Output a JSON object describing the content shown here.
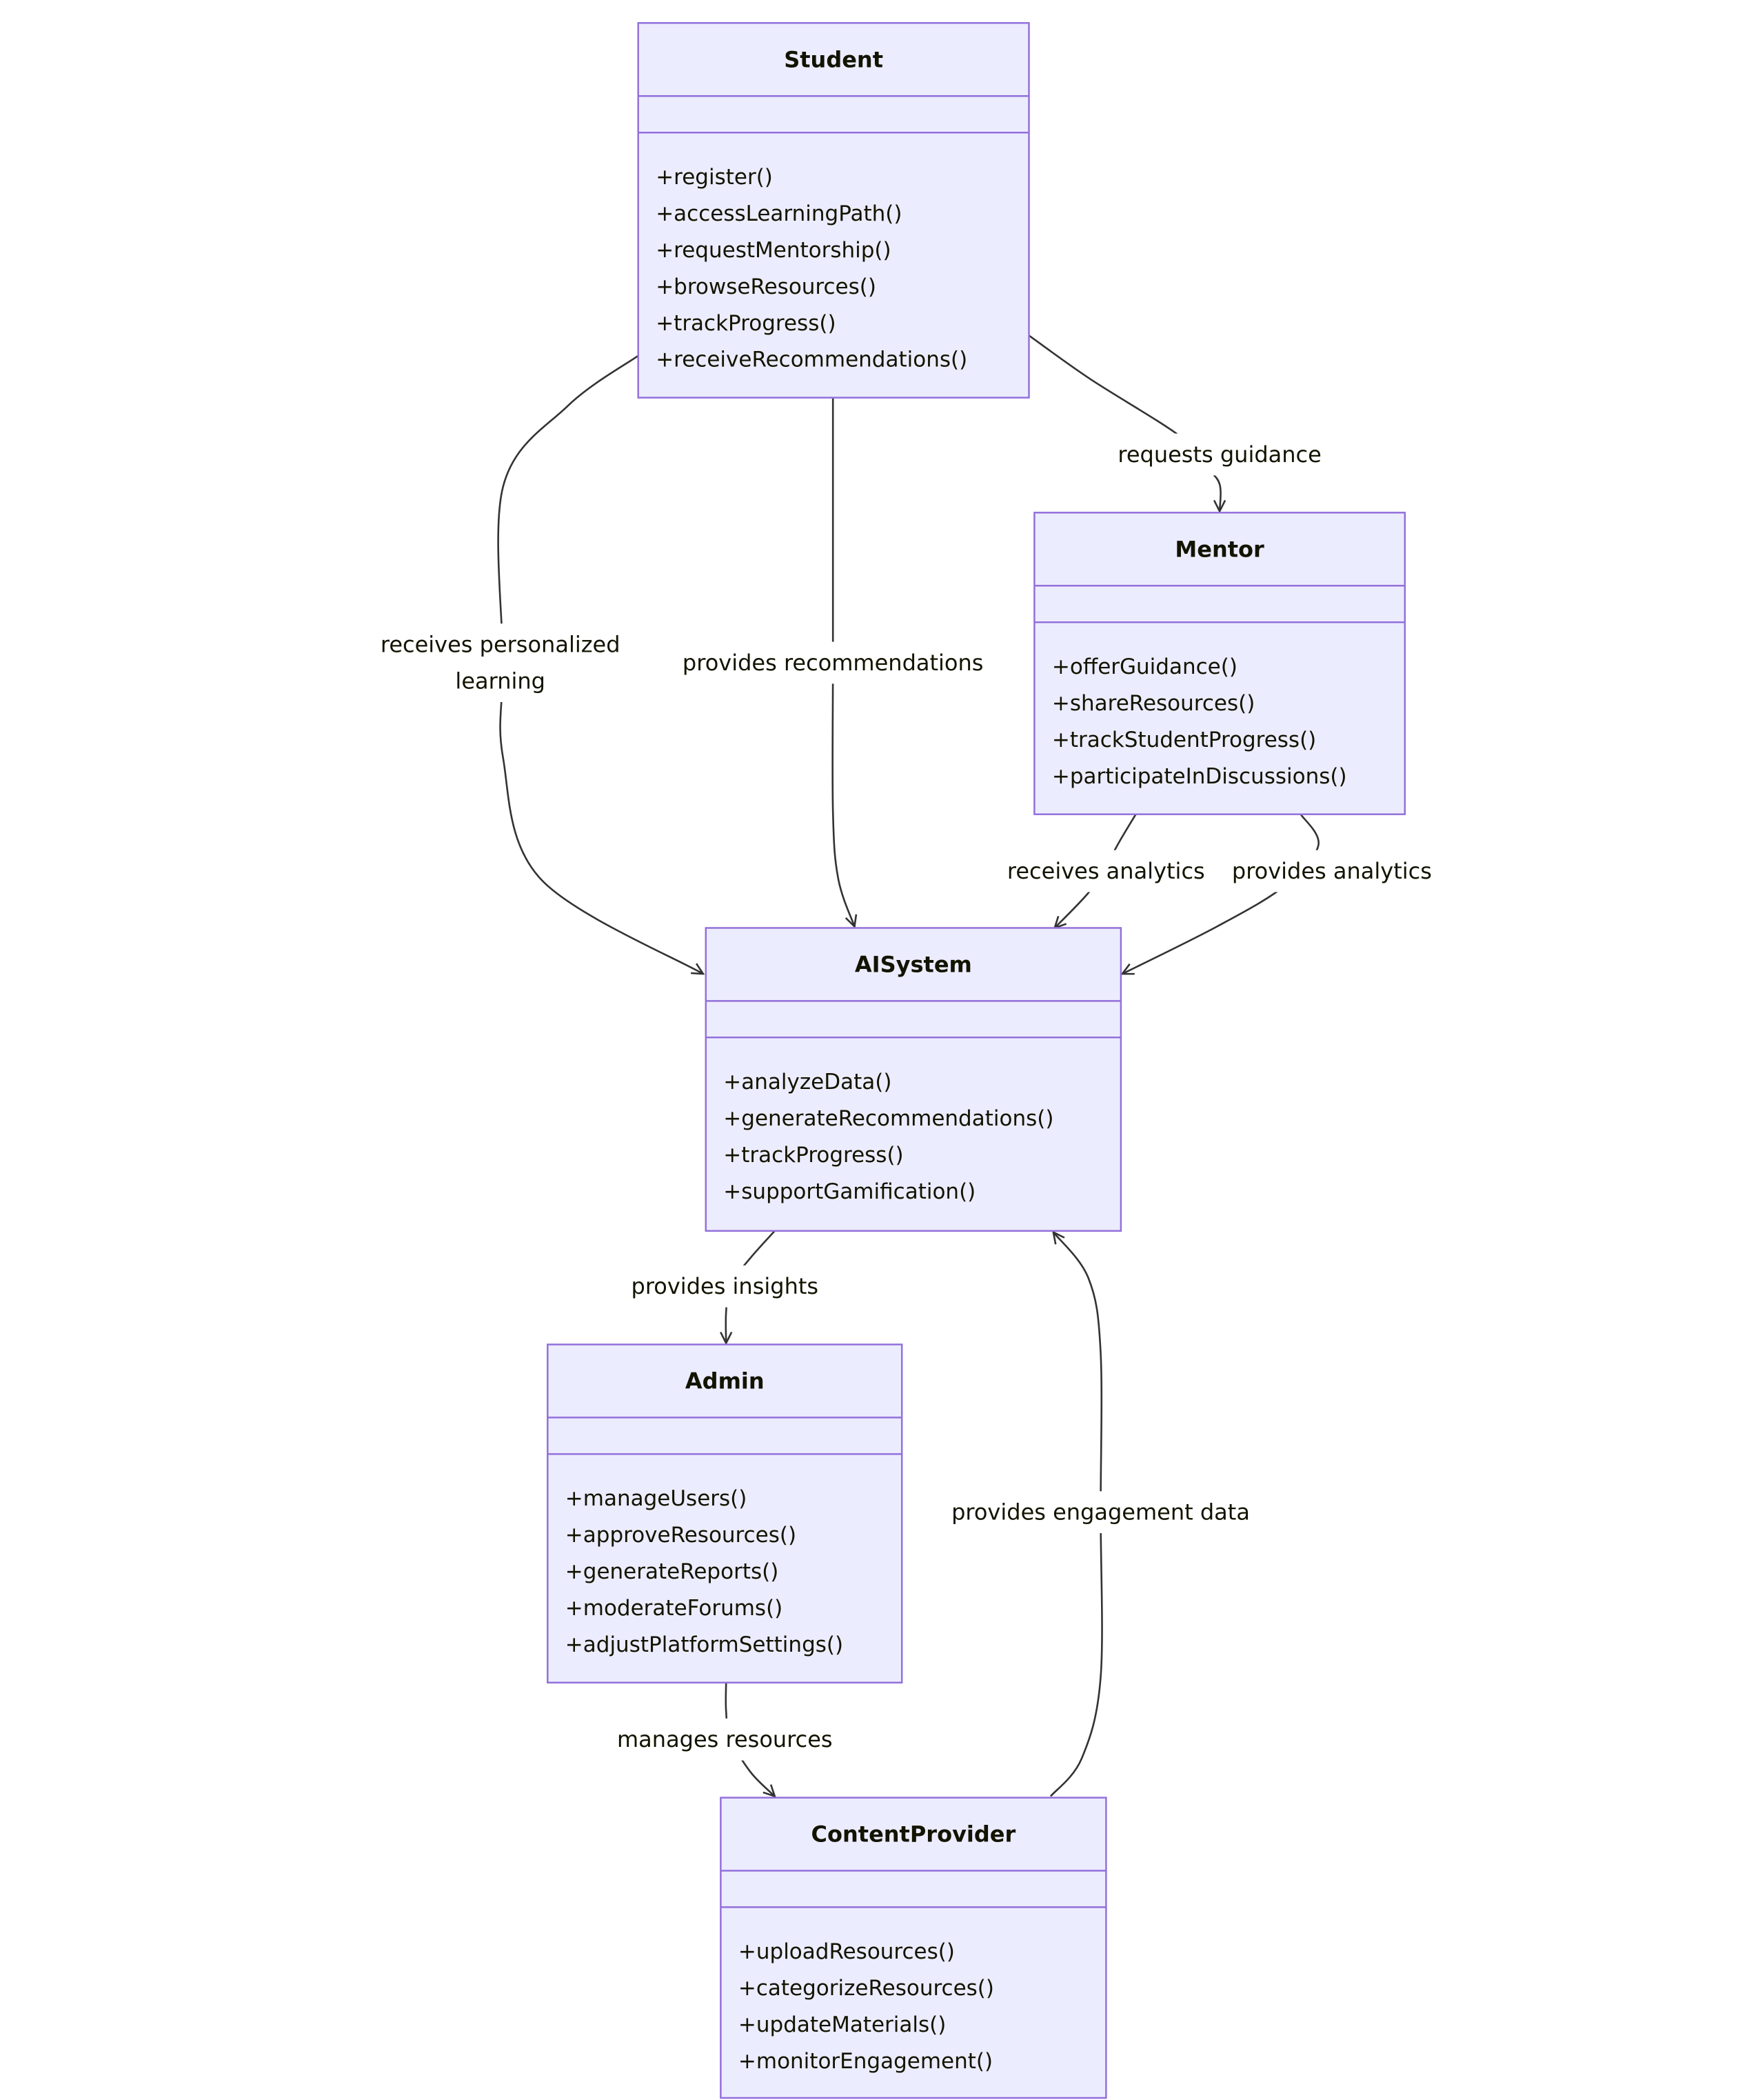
{
  "diagram": {
    "classes": [
      {
        "id": "student",
        "name": "Student",
        "attributes": [],
        "methods": [
          "+register()",
          "+accessLearningPath()",
          "+requestMentorship()",
          "+browseResources()",
          "+trackProgress()",
          "+receiveRecommendations()"
        ]
      },
      {
        "id": "mentor",
        "name": "Mentor",
        "attributes": [],
        "methods": [
          "+offerGuidance()",
          "+shareResources()",
          "+trackStudentProgress()",
          "+participateInDiscussions()"
        ]
      },
      {
        "id": "aisystem",
        "name": "AISystem",
        "attributes": [],
        "methods": [
          "+analyzeData()",
          "+generateRecommendations()",
          "+trackProgress()",
          "+supportGamification()"
        ]
      },
      {
        "id": "admin",
        "name": "Admin",
        "attributes": [],
        "methods": [
          "+manageUsers()",
          "+approveResources()",
          "+generateReports()",
          "+moderateForums()",
          "+adjustPlatformSettings()"
        ]
      },
      {
        "id": "contentprovider",
        "name": "ContentProvider",
        "attributes": [],
        "methods": [
          "+uploadResources()",
          "+categorizeResources()",
          "+updateMaterials()",
          "+monitorEngagement()"
        ]
      }
    ],
    "relations": [
      {
        "id": "student-mentor",
        "from": "Student",
        "to": "Mentor",
        "label_lines": [
          "requests guidance"
        ]
      },
      {
        "id": "student-aisystem-personalized",
        "from": "Student",
        "to": "AISystem",
        "label_lines": [
          "receives personalized",
          "learning"
        ]
      },
      {
        "id": "student-aisystem-recommendations",
        "from": "Student",
        "to": "AISystem",
        "label_lines": [
          "provides recommendations"
        ]
      },
      {
        "id": "mentor-aisystem-receives",
        "from": "Mentor",
        "to": "AISystem",
        "label_lines": [
          "receives analytics"
        ]
      },
      {
        "id": "mentor-aisystem-provides",
        "from": "Mentor",
        "to": "AISystem",
        "label_lines": [
          "provides analytics"
        ]
      },
      {
        "id": "aisystem-admin",
        "from": "AISystem",
        "to": "Admin",
        "label_lines": [
          "provides insights"
        ]
      },
      {
        "id": "admin-contentprovider",
        "from": "Admin",
        "to": "ContentProvider",
        "label_lines": [
          "manages resources"
        ]
      },
      {
        "id": "contentprovider-aisystem",
        "from": "ContentProvider",
        "to": "AISystem",
        "label_lines": [
          "provides engagement data"
        ]
      }
    ],
    "colors": {
      "box_fill": "#ECECFF",
      "box_stroke": "#9370DB",
      "edge": "#333333",
      "text": "#131300",
      "background": "#ffffff"
    }
  }
}
